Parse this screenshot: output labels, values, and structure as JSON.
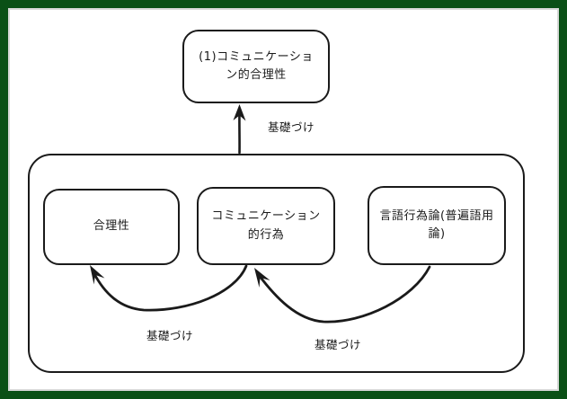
{
  "slide": {
    "frame_color": "#0a5016",
    "inner_border_color": "#d9d9d9",
    "background": "#ffffff",
    "stroke_color": "#1a1a1a"
  },
  "nodes": {
    "top": {
      "id": "communicative-rationality",
      "label": "(1)コミュニケーショ\nン的合理性"
    },
    "rationality": {
      "id": "rationality",
      "label": "合理性"
    },
    "communicative_action": {
      "id": "communicative-action",
      "label": "コミュニケーション\n的行為"
    },
    "speech_act_theory": {
      "id": "speech-act-theory",
      "label": "言語行為論(普遍語用\n論)"
    }
  },
  "edges": [
    {
      "id": "group-to-top",
      "from": "group-container",
      "to": "communicative-rationality",
      "label": "基礎づけ",
      "style": "straight-up-arrow"
    },
    {
      "id": "communicative-action-to-rationality",
      "from": "communicative-action",
      "to": "rationality",
      "label": "基礎づけ",
      "style": "curved-arrow"
    },
    {
      "id": "speech-act-to-communicative-action",
      "from": "speech-act-theory",
      "to": "communicative-action",
      "label": "基礎づけ",
      "style": "curved-arrow"
    }
  ]
}
